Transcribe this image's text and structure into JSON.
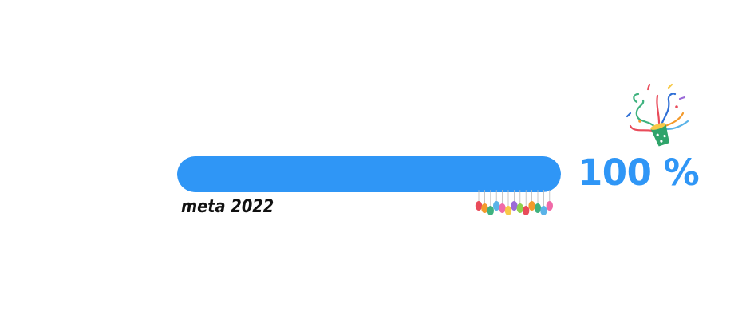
{
  "progress": {
    "value": 1.0,
    "percent_text": "100 %",
    "goal_label": "meta 2022",
    "bar_color": "#2f96f6",
    "track_color": "#e8eef6",
    "text_color": "#2f96f6"
  },
  "decorations": {
    "balloons_icon": "balloons-icon",
    "popper_icon": "party-popper-icon",
    "balloon_colors": [
      "#e94b5a",
      "#f39a2c",
      "#3fb27f",
      "#5ab3e8",
      "#f06aa8",
      "#f7c948",
      "#9b6ad8",
      "#8fd14f"
    ]
  }
}
